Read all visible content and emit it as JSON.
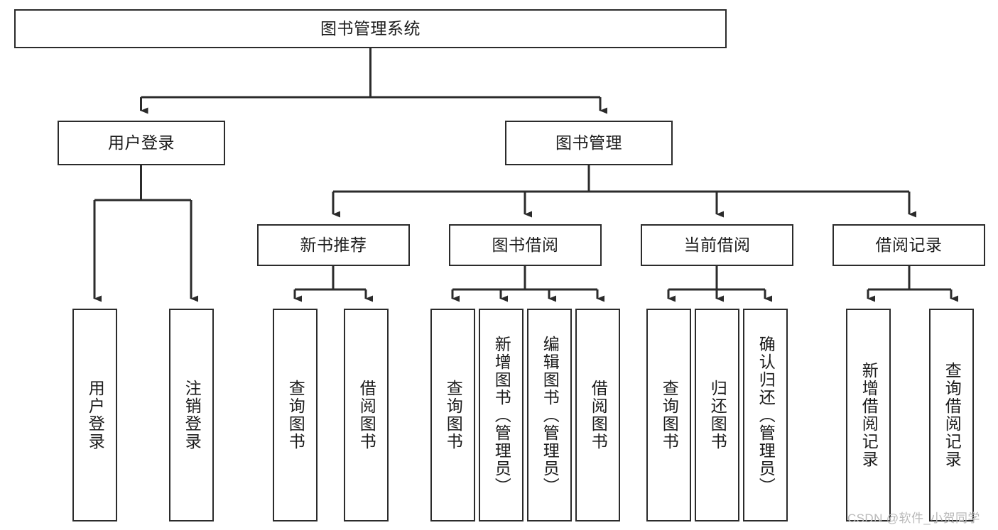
{
  "diagram": {
    "title": "图书管理系统",
    "type": "tree",
    "orientation": "top-down",
    "colors": {
      "box_stroke": "#2b2b2b",
      "box_fill": "#ffffff",
      "edge": "#2b2b2b",
      "text": "#1b1b1b",
      "watermark": "#b9b9b9",
      "background": "#ffffff"
    }
  },
  "nodes": {
    "root": {
      "id": "root",
      "label": "图书管理系统",
      "level": 1
    },
    "level2": [
      {
        "id": "user-login",
        "label": "用户登录",
        "level": 2
      },
      {
        "id": "book-manage",
        "label": "图书管理",
        "level": 2
      }
    ],
    "level3": [
      {
        "id": "new-book-recommend",
        "label": "新书推荐",
        "level": 3,
        "parent": "book-manage"
      },
      {
        "id": "book-borrow",
        "label": "图书借阅",
        "level": 3,
        "parent": "book-manage"
      },
      {
        "id": "current-borrow",
        "label": "当前借阅",
        "level": 3,
        "parent": "book-manage"
      },
      {
        "id": "borrow-record",
        "label": "借阅记录",
        "level": 3,
        "parent": "book-manage"
      }
    ],
    "leaves": [
      {
        "id": "leaf-user-login",
        "label": "用户登录",
        "parent": "user-login"
      },
      {
        "id": "leaf-user-logout",
        "label": "注销登录",
        "parent": "user-login"
      },
      {
        "id": "leaf-query-book-1",
        "label": "查询图书",
        "parent": "new-book-recommend"
      },
      {
        "id": "leaf-borrow-book-1",
        "label": "借阅图书",
        "parent": "new-book-recommend"
      },
      {
        "id": "leaf-query-book-2",
        "label": "查询图书",
        "parent": "book-borrow"
      },
      {
        "id": "leaf-add-book",
        "label": "新增图书（管理员）",
        "parent": "book-borrow"
      },
      {
        "id": "leaf-edit-book",
        "label": "编辑图书（管理员）",
        "parent": "book-borrow"
      },
      {
        "id": "leaf-borrow-book-2",
        "label": "借阅图书",
        "parent": "book-borrow"
      },
      {
        "id": "leaf-query-book-3",
        "label": "查询图书",
        "parent": "current-borrow"
      },
      {
        "id": "leaf-return-book",
        "label": "归还图书",
        "parent": "current-borrow"
      },
      {
        "id": "leaf-confirm-return",
        "label": "确认归还（管理员）",
        "parent": "current-borrow"
      },
      {
        "id": "leaf-add-record",
        "label": "新增借阅记录",
        "parent": "borrow-record"
      },
      {
        "id": "leaf-query-record",
        "label": "查询借阅记录",
        "parent": "borrow-record"
      }
    ]
  },
  "watermark": {
    "text": "CSDN @软件_小贺同学"
  }
}
